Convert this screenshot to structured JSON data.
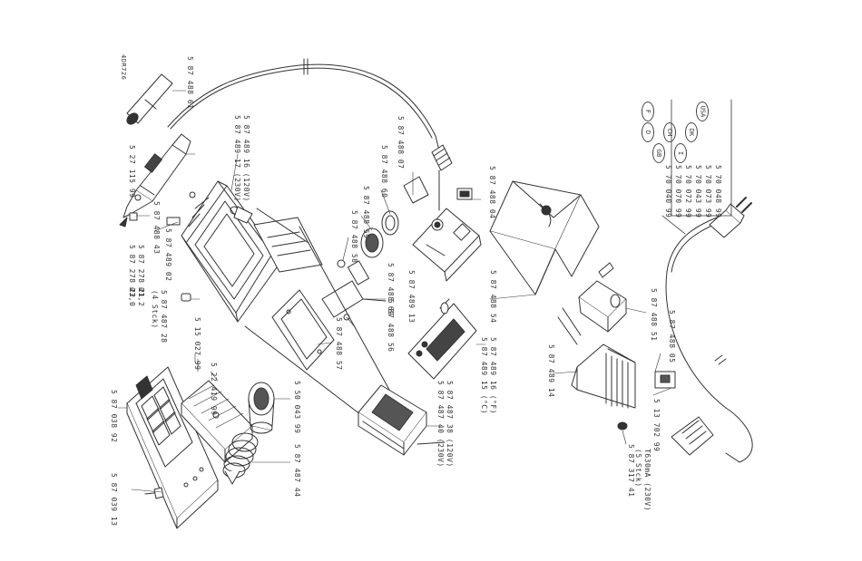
{
  "drawing_id": "4DR726",
  "labels": {
    "l1": "5 87 488 61",
    "l2": "5 27 115 99",
    "l3": "5 87 488 43",
    "l4a": "5 87 278 21",
    "l4b": "5 87 278 22",
    "l4c": "Ø1,2",
    "l4d": "Ø3,0",
    "l5": "5 87 489 02",
    "l6": "5 87 487 28",
    "l6b": "(4 Stck)",
    "l7a": "5 87 489 16 (120V)",
    "l7b": "5 87 489 17 (230V)",
    "l8": "5 15 027 99",
    "l9": "5 87 488 60",
    "l10": "5 87 488 59",
    "l11": "5 87 488 58",
    "l12": "5 87 488 57",
    "l13": "5 87 488 56",
    "l14": "5 87 488 69",
    "l15": "5 87 488 07",
    "l16": "5 87 489 13",
    "l17": "5 87 488 04",
    "l18": "5 87 488 54",
    "l19a": "5 87 489 16 (°F)",
    "l19b": "5 87 489 15 (°C)",
    "l20a": "5 87 487 38 (120V)",
    "l20b": "5 87 487 40 (230V)",
    "l21": "5 87 489 14",
    "l22": "5 87 488 51",
    "l23": "5 87 488 05",
    "l24a": "5 13 702 99",
    "l24b": "T630mA (230V)",
    "l24c": "(5 Stck)",
    "l25": "5 87 317 41",
    "l26": "5 22 419 99",
    "l27": "5 50 043 99",
    "l28": "5 87 487 44",
    "l29": "5 87 038 92",
    "l30": "5 87 039 13"
  },
  "country_table": {
    "codes": [
      "USA",
      "DK",
      "I",
      "CH",
      "GB",
      "D",
      "F"
    ],
    "numbers": [
      "5 70 048 99",
      "5 70 073 99",
      "5 70 043 99",
      "5 70 072 99",
      "5 70 070 99",
      "5 70 040 99"
    ]
  }
}
